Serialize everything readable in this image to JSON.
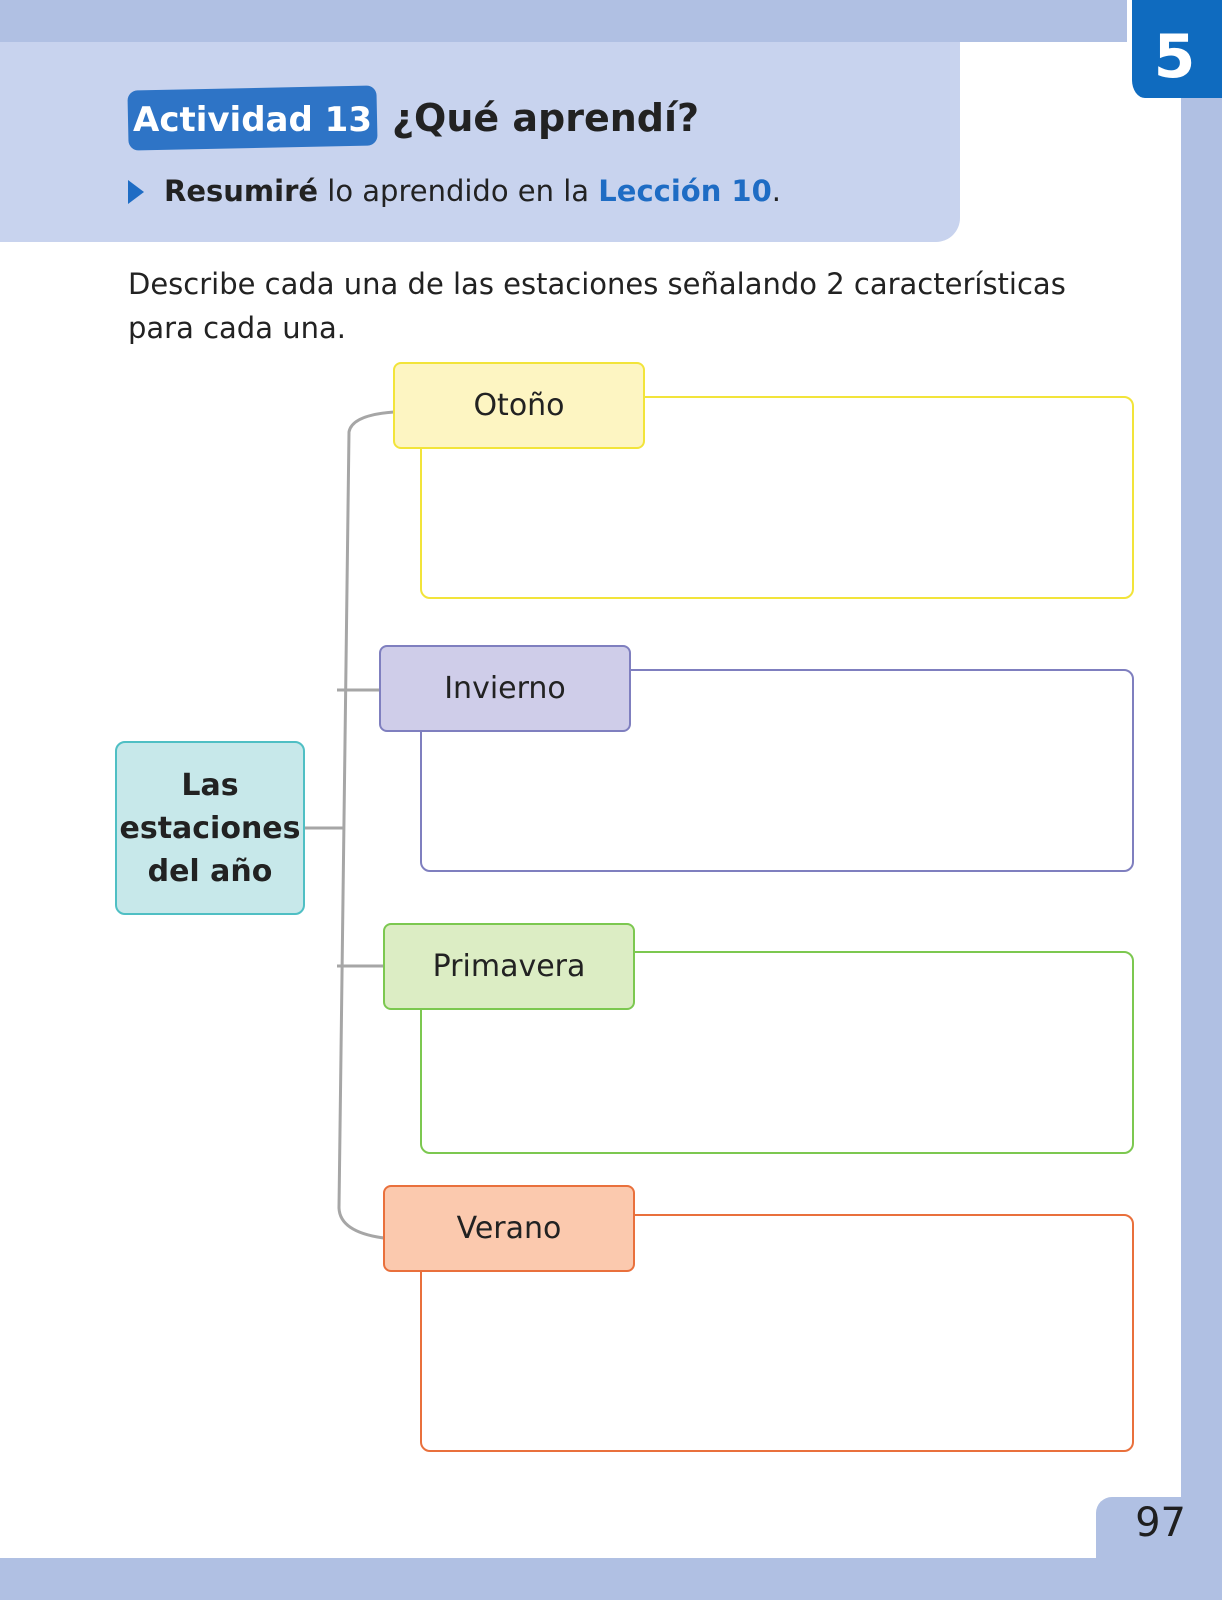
{
  "unit_number": "5",
  "page_number": "97",
  "header": {
    "badge": "Actividad 13",
    "title": "¿Qué aprendí?",
    "objective": {
      "bold_verb": "Resumiré",
      "text": " lo aprendido en la ",
      "lesson": "Lección 10",
      "end": "."
    }
  },
  "instruction": "Describe cada una de las estaciones señalando 2 características para cada una.",
  "concept_map": {
    "center": "Las estaciones del año",
    "seasons": [
      {
        "label": "Otoño",
        "answer": "",
        "color": "#f2e43a",
        "fill": "#fdf5c2"
      },
      {
        "label": "Invierno",
        "answer": "",
        "color": "#7f7fbf",
        "fill": "#cfcde9"
      },
      {
        "label": "Primavera",
        "answer": "",
        "color": "#7cc850",
        "fill": "#dcedc4"
      },
      {
        "label": "Verano",
        "answer": "",
        "color": "#e9703c",
        "fill": "#fbc9ae"
      }
    ]
  },
  "colors": {
    "band": "#b0c0e3",
    "header_panel": "#c8d3ee",
    "accent_blue": "#1e6cc4",
    "connector": "#a6a6a6"
  }
}
